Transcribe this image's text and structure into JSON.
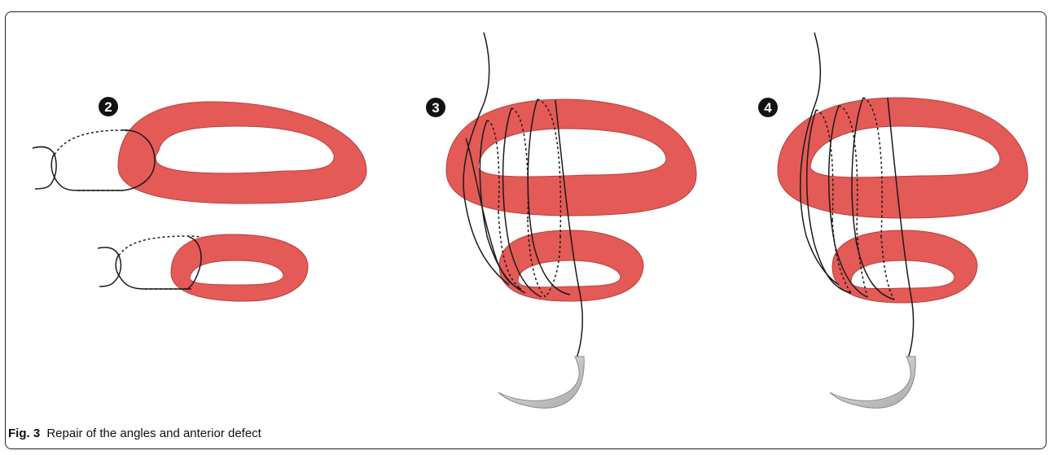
{
  "figure": {
    "label": "Fig. 3",
    "caption": "Repair of the angles and anterior defect"
  },
  "steps": [
    {
      "number": "2"
    },
    {
      "number": "3"
    },
    {
      "number": "4"
    }
  ],
  "colors": {
    "tissue_fill": "#e45a57",
    "tissue_stroke": "#b8403d",
    "suture": "#1a1a1a",
    "needle": "#c9c9c9",
    "badge": "#111111"
  }
}
